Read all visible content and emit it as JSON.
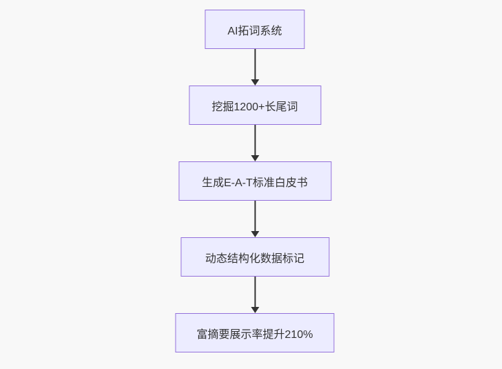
{
  "diagram": {
    "type": "flowchart",
    "direction": "top-down",
    "nodes": [
      {
        "label": "AI拓词系统"
      },
      {
        "label": "挖掘1200+长尾词"
      },
      {
        "label": "生成E-A-T标准白皮书"
      },
      {
        "label": "动态结构化数据标记"
      },
      {
        "label": "富摘要展示率提升210%"
      }
    ],
    "edges": [
      {
        "from": 0,
        "to": 1,
        "style": "arrow-down"
      },
      {
        "from": 1,
        "to": 2,
        "style": "arrow-down"
      },
      {
        "from": 2,
        "to": 3,
        "style": "arrow-down"
      },
      {
        "from": 3,
        "to": 4,
        "style": "arrow-down"
      }
    ],
    "colors": {
      "node_fill": "#ECECFF",
      "node_border": "#9370DB",
      "node_text": "#333333",
      "arrow": "#333333",
      "background": "#F8F8F8"
    }
  }
}
